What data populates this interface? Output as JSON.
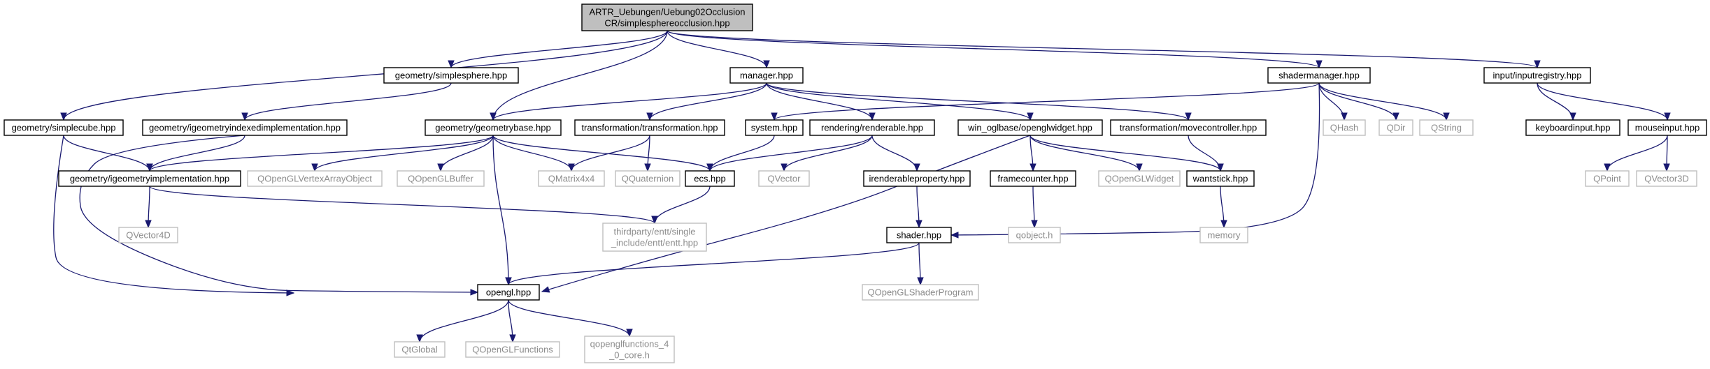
{
  "colors": {
    "edge": "#191970",
    "root_fill": "#bfbfbf",
    "node_border": "#000000",
    "node_fill": "#ffffff",
    "external_border": "#bfbfbf",
    "external_text": "#8c8c8c",
    "text": "#000000"
  },
  "nodes": [
    {
      "id": "root",
      "lines": [
        "ARTR_Uebungen/Uebung02Occlusion",
        "CR/simplesphereocclusion.hpp"
      ],
      "kind": "root"
    },
    {
      "id": "simplesphere",
      "lines": [
        "geometry/simplesphere.hpp"
      ],
      "kind": "internal"
    },
    {
      "id": "manager",
      "lines": [
        "manager.hpp"
      ],
      "kind": "internal"
    },
    {
      "id": "shadermanager",
      "lines": [
        "shadermanager.hpp"
      ],
      "kind": "internal"
    },
    {
      "id": "inputregistry",
      "lines": [
        "input/inputregistry.hpp"
      ],
      "kind": "internal"
    },
    {
      "id": "simplecube",
      "lines": [
        "geometry/simplecube.hpp"
      ],
      "kind": "internal"
    },
    {
      "id": "igeomindexed",
      "lines": [
        "geometry/igeometryindexedimplementation.hpp"
      ],
      "kind": "internal"
    },
    {
      "id": "geombase",
      "lines": [
        "geometry/geometrybase.hpp"
      ],
      "kind": "internal"
    },
    {
      "id": "transformation",
      "lines": [
        "transformation/transformation.hpp"
      ],
      "kind": "internal"
    },
    {
      "id": "system",
      "lines": [
        "system.hpp"
      ],
      "kind": "internal"
    },
    {
      "id": "renderable",
      "lines": [
        "rendering/renderable.hpp"
      ],
      "kind": "internal"
    },
    {
      "id": "openglwidget",
      "lines": [
        "win_oglbase/openglwidget.hpp"
      ],
      "kind": "internal"
    },
    {
      "id": "movecontroller",
      "lines": [
        "transformation/movecontroller.hpp"
      ],
      "kind": "internal"
    },
    {
      "id": "qhash",
      "lines": [
        "QHash"
      ],
      "kind": "external"
    },
    {
      "id": "qdir",
      "lines": [
        "QDir"
      ],
      "kind": "external"
    },
    {
      "id": "qstring",
      "lines": [
        "QString"
      ],
      "kind": "external"
    },
    {
      "id": "keyboardinput",
      "lines": [
        "keyboardinput.hpp"
      ],
      "kind": "internal"
    },
    {
      "id": "mouseinput",
      "lines": [
        "mouseinput.hpp"
      ],
      "kind": "internal"
    },
    {
      "id": "igeomimpl",
      "lines": [
        "geometry/igeometryimplementation.hpp"
      ],
      "kind": "internal"
    },
    {
      "id": "qvao",
      "lines": [
        "QOpenGLVertexArrayObject"
      ],
      "kind": "external"
    },
    {
      "id": "qbuffer",
      "lines": [
        "QOpenGLBuffer"
      ],
      "kind": "external"
    },
    {
      "id": "qmatrix",
      "lines": [
        "QMatrix4x4"
      ],
      "kind": "external"
    },
    {
      "id": "qquaternion",
      "lines": [
        "QQuaternion"
      ],
      "kind": "external"
    },
    {
      "id": "ecs",
      "lines": [
        "ecs.hpp"
      ],
      "kind": "internal"
    },
    {
      "id": "qvector",
      "lines": [
        "QVector"
      ],
      "kind": "external"
    },
    {
      "id": "irenderprop",
      "lines": [
        "irenderableproperty.hpp"
      ],
      "kind": "internal"
    },
    {
      "id": "framecounter",
      "lines": [
        "framecounter.hpp"
      ],
      "kind": "internal"
    },
    {
      "id": "qglwidget",
      "lines": [
        "QOpenGLWidget"
      ],
      "kind": "external"
    },
    {
      "id": "wantstick",
      "lines": [
        "wantstick.hpp"
      ],
      "kind": "internal"
    },
    {
      "id": "qpoint",
      "lines": [
        "QPoint"
      ],
      "kind": "external"
    },
    {
      "id": "qvector3d",
      "lines": [
        "QVector3D"
      ],
      "kind": "external"
    },
    {
      "id": "qvector4d",
      "lines": [
        "QVector4D"
      ],
      "kind": "external"
    },
    {
      "id": "entt",
      "lines": [
        "thirdparty/entt/single",
        "_include/entt/entt.hpp"
      ],
      "kind": "external"
    },
    {
      "id": "qobject",
      "lines": [
        "qobject.h"
      ],
      "kind": "external"
    },
    {
      "id": "memory",
      "lines": [
        "memory"
      ],
      "kind": "external"
    },
    {
      "id": "shader",
      "lines": [
        "shader.hpp"
      ],
      "kind": "internal"
    },
    {
      "id": "opengl",
      "lines": [
        "opengl.hpp"
      ],
      "kind": "internal"
    },
    {
      "id": "qshaderprog",
      "lines": [
        "QOpenGLShaderProgram"
      ],
      "kind": "external"
    },
    {
      "id": "qtglobal",
      "lines": [
        "QtGlobal"
      ],
      "kind": "external"
    },
    {
      "id": "qglfunctions",
      "lines": [
        "QOpenGLFunctions"
      ],
      "kind": "external"
    },
    {
      "id": "qglfunc4",
      "lines": [
        "qopenglfunctions_4",
        "_0_core.h"
      ],
      "kind": "external"
    }
  ],
  "edges": [
    [
      "root",
      "simplesphere"
    ],
    [
      "root",
      "manager"
    ],
    [
      "root",
      "shadermanager"
    ],
    [
      "root",
      "inputregistry"
    ],
    [
      "root",
      "simplecube"
    ],
    [
      "root",
      "geombase"
    ],
    [
      "simplesphere",
      "igeomindexed"
    ],
    [
      "manager",
      "geombase"
    ],
    [
      "manager",
      "transformation"
    ],
    [
      "manager",
      "renderable"
    ],
    [
      "manager",
      "openglwidget"
    ],
    [
      "manager",
      "movecontroller"
    ],
    [
      "shadermanager",
      "system"
    ],
    [
      "shadermanager",
      "qhash"
    ],
    [
      "shadermanager",
      "qdir"
    ],
    [
      "shadermanager",
      "qstring"
    ],
    [
      "shadermanager",
      "shader"
    ],
    [
      "inputregistry",
      "keyboardinput"
    ],
    [
      "inputregistry",
      "mouseinput"
    ],
    [
      "simplecube",
      "igeomimpl"
    ],
    [
      "simplecube",
      "opengl"
    ],
    [
      "igeomindexed",
      "igeomimpl"
    ],
    [
      "igeomindexed",
      "opengl"
    ],
    [
      "geombase",
      "igeomimpl"
    ],
    [
      "geombase",
      "qvao"
    ],
    [
      "geombase",
      "qbuffer"
    ],
    [
      "geombase",
      "qmatrix"
    ],
    [
      "geombase",
      "ecs"
    ],
    [
      "geombase",
      "opengl"
    ],
    [
      "transformation",
      "qmatrix"
    ],
    [
      "transformation",
      "qquaternion"
    ],
    [
      "system",
      "ecs"
    ],
    [
      "renderable",
      "ecs"
    ],
    [
      "renderable",
      "qvector"
    ],
    [
      "renderable",
      "irenderprop"
    ],
    [
      "openglwidget",
      "opengl"
    ],
    [
      "openglwidget",
      "framecounter"
    ],
    [
      "openglwidget",
      "qglwidget"
    ],
    [
      "openglwidget",
      "wantstick"
    ],
    [
      "movecontroller",
      "wantstick"
    ],
    [
      "mouseinput",
      "qpoint"
    ],
    [
      "mouseinput",
      "qvector3d"
    ],
    [
      "igeomimpl",
      "qvector4d"
    ],
    [
      "igeomimpl",
      "entt"
    ],
    [
      "ecs",
      "entt"
    ],
    [
      "irenderprop",
      "shader"
    ],
    [
      "framecounter",
      "qobject"
    ],
    [
      "wantstick",
      "memory"
    ],
    [
      "shader",
      "opengl"
    ],
    [
      "shader",
      "qshaderprog"
    ],
    [
      "opengl",
      "qtglobal"
    ],
    [
      "opengl",
      "qglfunctions"
    ],
    [
      "opengl",
      "qglfunc4"
    ]
  ]
}
